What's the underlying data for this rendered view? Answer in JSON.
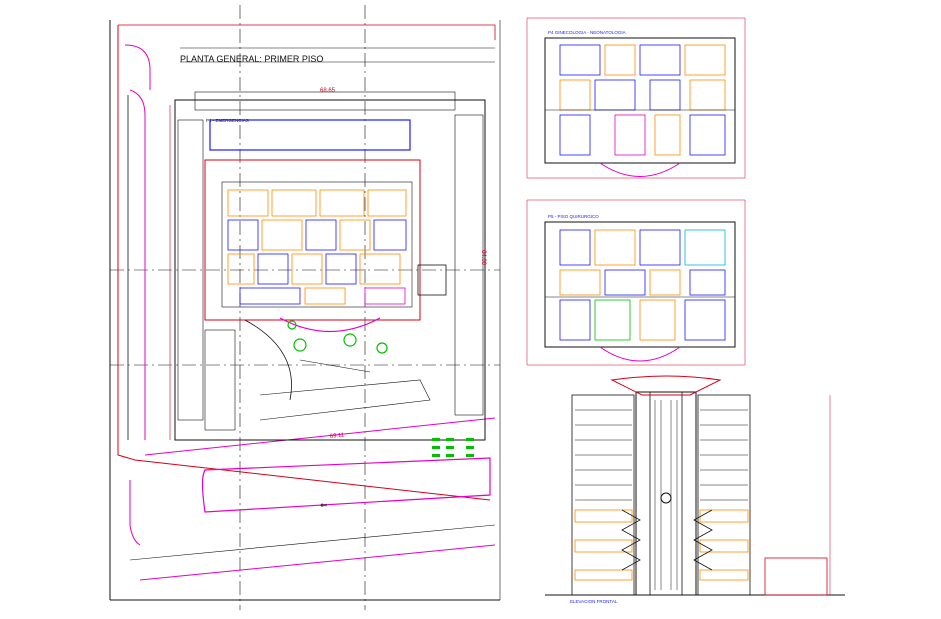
{
  "sheet": {
    "title_site_plan": "PLANTA GENERAL: PRIMER PISO",
    "label_emergencias": "P1 - EMERGENCIAS",
    "label_plan_top": "P4 GINECOLOGIA - NEONATOLOGIA",
    "label_plan_mid": "P5 - PISO QUIRURGICO",
    "label_elevation": "ELEVACION FRONTAL",
    "dim_top": "68.65",
    "dim_bottom": "69.11",
    "dim_right": "64.00"
  },
  "colors": {
    "cad_red": "#d4001c",
    "cad_blue": "#1a1aff",
    "cad_magenta": "#e600c8",
    "cad_orange": "#ff8c00",
    "cad_green": "#00c000",
    "cad_cyan": "#00b7d7",
    "cad_gray": "#9a9a9a",
    "line_black": "#111111"
  }
}
